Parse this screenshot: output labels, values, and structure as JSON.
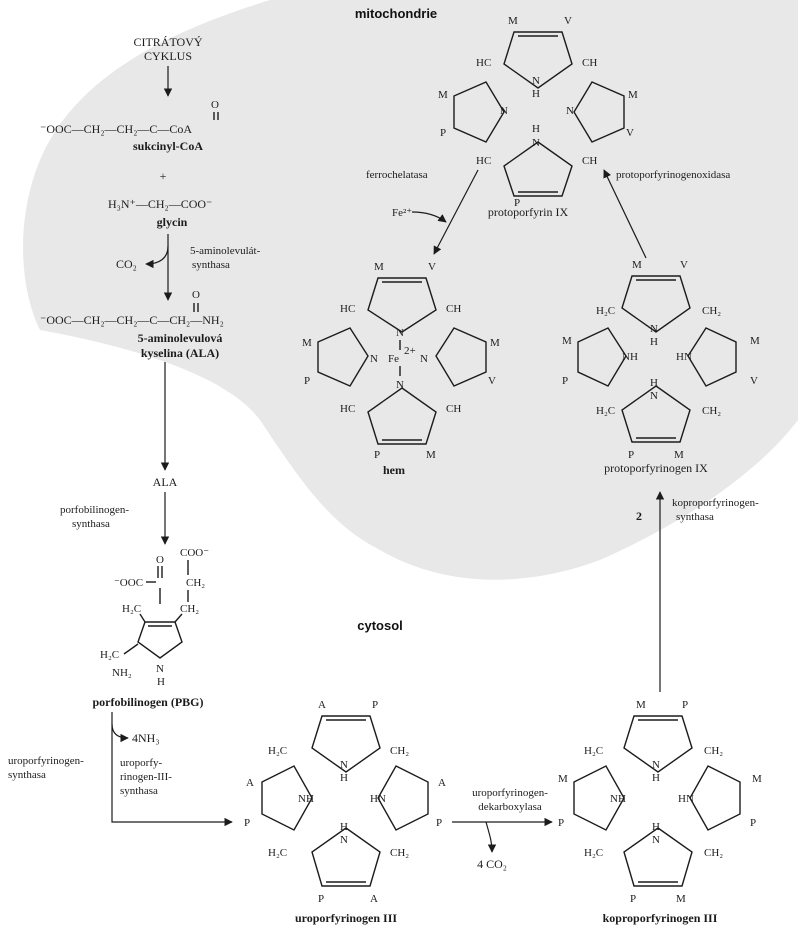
{
  "compartments": {
    "mitochondria": "mitochondrie",
    "cytosol": "cytosol"
  },
  "start": {
    "cycle_line1": "CITRÁTOVÝ",
    "cycle_line2": "CYKLUS"
  },
  "succinyl": {
    "formula": "⁻OOC—CH₂—CH₂—C—CoA",
    "oxo": "O",
    "name": "sukcinyl-CoA"
  },
  "plus": "+",
  "glycine": {
    "formula": "H₃N⁺—CH₂—COO⁻",
    "name": "glycin"
  },
  "co2": "CO₂",
  "ala_synthase": {
    "line1": "5-aminolevulát-",
    "line2": "synthasa"
  },
  "ala": {
    "formula": "⁻OOC—CH₂—CH₂—C—CH₂—NH₂",
    "oxo": "O",
    "name_line1": "5-aminolevulová",
    "name_line2": "kyselina (ALA)",
    "short": "ALA"
  },
  "pbg_synthase": {
    "line1": "porfobilinogen-",
    "line2": "synthasa"
  },
  "pbg": {
    "name": "porfobilinogen (PBG)",
    "coo_a": "COO⁻",
    "coo_b": "⁻OOC",
    "ch2_a": "CH₂",
    "ch2_b": "CH₂",
    "h2c": "H₂C",
    "h2c2": "H₂C",
    "nh2": "NH₂",
    "n": "N",
    "h": "H"
  },
  "nh3": "4NH₃",
  "uro_synthase": {
    "line1": "uroporfyrinogen-",
    "line2": "synthasa"
  },
  "uro3_synthase": {
    "line1": "uroporfy-",
    "line2": "rinogen-III-",
    "line3": "synthasa"
  },
  "uro": {
    "name": "uroporfyrinogen III"
  },
  "uro_decarb": {
    "line1": "uroporfyrinogen-",
    "line2": "dekarboxylasa"
  },
  "co2_4": "4 CO₂",
  "copro": {
    "name": "koproporfyrinogen III"
  },
  "copro_oxidase": {
    "line1": "koproporfyrinogen-",
    "line2": "synthasa",
    "num": "2"
  },
  "protogen": {
    "name": "protoporfyrinogen IX"
  },
  "protogen_oxidase": "protoporfyrinogenoxidasa",
  "proto": {
    "name": "protoporfyrin IX"
  },
  "ferrochelatase": "ferrochelatasa",
  "fe": "Fe²⁺",
  "heme": {
    "name": "hem",
    "fe": "Fe",
    "fe_charge": "2+"
  },
  "atoms": {
    "N": "N",
    "NH": "NH",
    "HN": "HN",
    "H": "H",
    "HC": "HC",
    "CH": "CH",
    "H2C": "H₂C",
    "CH2": "CH₂",
    "A": "A",
    "P": "P",
    "M": "M",
    "V": "V"
  },
  "colors": {
    "ink": "#1c1c1c",
    "mito_fill": "#e4e4e4",
    "background": "#ffffff"
  }
}
